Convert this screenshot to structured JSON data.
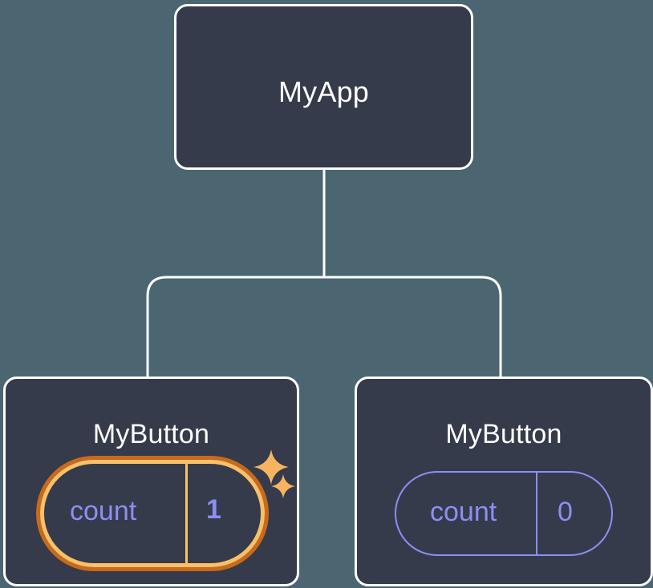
{
  "diagram": {
    "type": "component-tree",
    "background_color": "#4b6670",
    "node_fill_color": "#353b4a",
    "node_border_color": "#ffffff",
    "connector_color": "#ffffff",
    "state_text_color": "#8b8ff5",
    "highlight_outer_color": "#c86a1c",
    "highlight_inner_color": "#f9c06a",
    "sparkle_color": "#f6b461"
  },
  "root": {
    "label": "MyApp"
  },
  "children": [
    {
      "label": "MyButton",
      "state": {
        "name": "count",
        "value": "1"
      },
      "highlighted": true,
      "sparkles": [
        {
          "name": "sparkle-large"
        },
        {
          "name": "sparkle-small"
        }
      ]
    },
    {
      "label": "MyButton",
      "state": {
        "name": "count",
        "value": "0"
      },
      "highlighted": false
    }
  ]
}
